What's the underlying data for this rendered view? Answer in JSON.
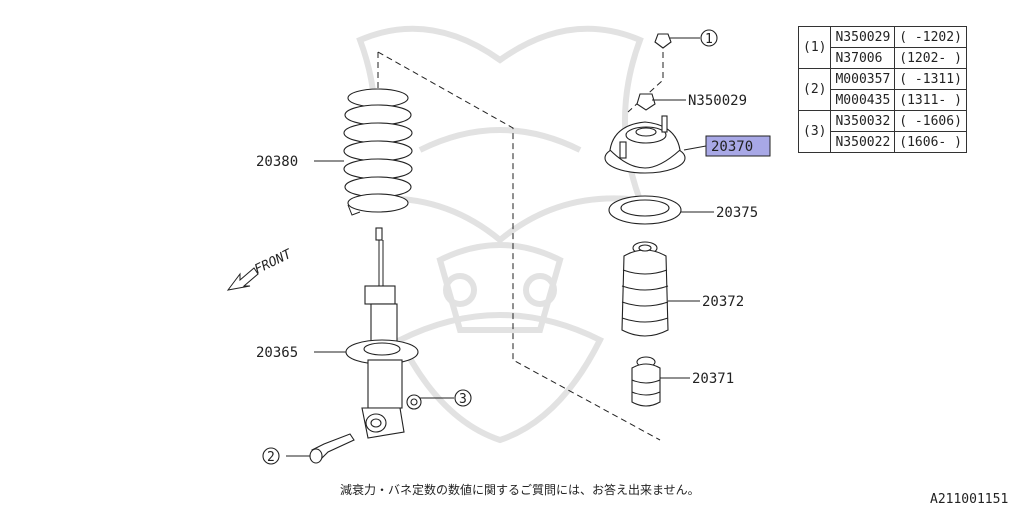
{
  "parts": {
    "p20380": "20380",
    "p20365": "20365",
    "p20370": "20370",
    "p20375": "20375",
    "p20372": "20372",
    "p20371": "20371",
    "nut_label": "N350029"
  },
  "callouts": {
    "c1": "1",
    "c2": "2",
    "c3": "3"
  },
  "front_label": "FRONT",
  "note_jp": "減衰力・バネ定数の数値に関するご質問には、お答え出来ません。",
  "diagram_id": "A211001151",
  "table": [
    {
      "ref": "1",
      "rows": [
        {
          "part": "N350029",
          "range": "( -1202)"
        },
        {
          "part": "N37006",
          "range": "(1202- )"
        }
      ]
    },
    {
      "ref": "2",
      "rows": [
        {
          "part": "M000357",
          "range": "( -1311)"
        },
        {
          "part": "M000435",
          "range": "(1311- )"
        }
      ]
    },
    {
      "ref": "3",
      "rows": [
        {
          "part": "N350032",
          "range": "( -1606)"
        },
        {
          "part": "N350022",
          "range": "(1606- )"
        }
      ]
    }
  ],
  "colors": {
    "highlight": "#a8a8e6",
    "line": "#222222",
    "watermark": "#e2e2e2"
  }
}
